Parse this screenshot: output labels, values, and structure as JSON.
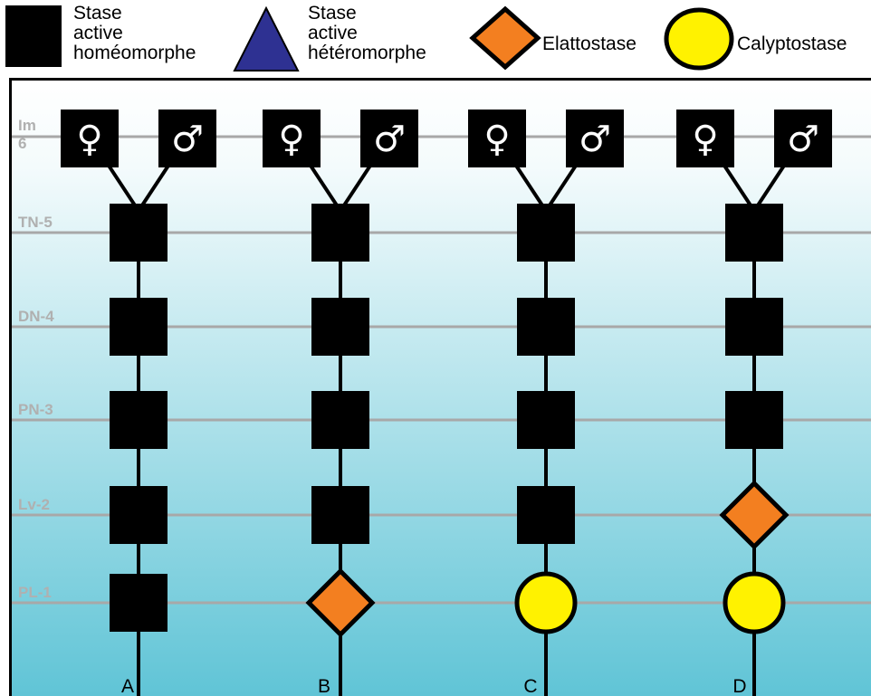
{
  "legend": [
    {
      "symbol": "square",
      "label_lines": [
        "Stase",
        "active",
        "homéomorphe"
      ]
    },
    {
      "symbol": "triangle",
      "label_lines": [
        "Stase",
        "active",
        "hétéromorphe"
      ]
    },
    {
      "symbol": "diamond",
      "label_lines": [
        "Elattostase"
      ]
    },
    {
      "symbol": "circle",
      "label_lines": [
        "Calyptostase"
      ]
    }
  ],
  "stage_labels": [
    {
      "id": "im",
      "lines": [
        "Im",
        "6"
      ]
    },
    {
      "id": "tn",
      "lines": [
        "TN-5"
      ]
    },
    {
      "id": "dn",
      "lines": [
        "DN-4"
      ]
    },
    {
      "id": "pn",
      "lines": [
        "PN-3"
      ]
    },
    {
      "id": "lv",
      "lines": [
        "Lv-2"
      ]
    },
    {
      "id": "pl",
      "lines": [
        "PL-1"
      ]
    }
  ],
  "columns": [
    {
      "label": "A",
      "female": "♀",
      "male": "♂",
      "stages": {
        "tn": "square",
        "dn": "square",
        "pn": "square",
        "lv": "square",
        "pl": "square"
      }
    },
    {
      "label": "B",
      "female": "♀",
      "male": "♂",
      "stages": {
        "tn": "square",
        "dn": "square",
        "pn": "square",
        "lv": "square",
        "pl": "diamond"
      }
    },
    {
      "label": "C",
      "female": "♀",
      "male": "♂",
      "stages": {
        "tn": "square",
        "dn": "square",
        "pn": "square",
        "lv": "square",
        "pl": "circle"
      }
    },
    {
      "label": "D",
      "female": "♀",
      "male": "♂",
      "stages": {
        "tn": "square",
        "dn": "square",
        "pn": "square",
        "lv": "diamond",
        "pl": "circle"
      }
    }
  ],
  "colors": {
    "square": "#000000",
    "triangle": "#2e3192",
    "diamond": "#f37f20",
    "circle": "#fff200",
    "stage_line": "#a8a8a8",
    "stage_label": "#b0b0b0",
    "gradient_top": "#ffffff",
    "gradient_bottom": "#5fc4d6"
  }
}
